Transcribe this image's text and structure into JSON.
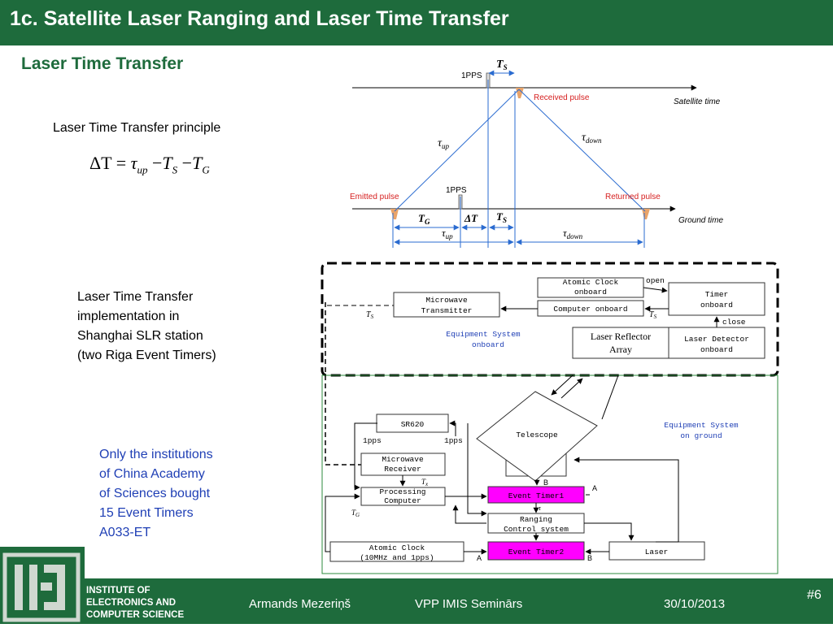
{
  "slide": {
    "title": "1c. Satellite Laser Ranging and Laser Time Transfer",
    "subtitle": "Laser Time Transfer",
    "principle_label": "Laser Time Transfer principle",
    "impl_lines": [
      "Laser Time Transfer",
      "implementation in",
      "Shanghai SLR station",
      "(two Riga Event Timers)"
    ],
    "china_lines": [
      "Only the institutions",
      "of China Academy",
      "of Sciences bought",
      "15 Event Timers",
      "A033-ET"
    ]
  },
  "formula": {
    "delta": "ΔT",
    "eq": "=",
    "tau": "τ",
    "tau_sub": "up",
    "minus1": "−",
    "ts": "T",
    "ts_sub": "S",
    "minus2": "−",
    "tg": "T",
    "tg_sub": "G"
  },
  "timing": {
    "pps_top": "1PPS",
    "ts_top": "T",
    "ts_top_sub": "S",
    "received": "Received pulse",
    "satellite_time": "Satellite time",
    "tau_up": "τ",
    "tau_up_sub": "up",
    "tau_down": "τ",
    "tau_down_sub": "down",
    "pps_bottom": "1PPS",
    "emitted": "Emitted pulse",
    "returned": "Returned pulse",
    "ground_time": "Ground time",
    "tg": "T",
    "tg_sub": "G",
    "dt": "ΔT",
    "ts_bot": "T",
    "ts_bot_sub": "S",
    "tau_up2": "τ",
    "tau_up2_sub": "up",
    "tau_down2": "τ",
    "tau_down2_sub": "down"
  },
  "block": {
    "atomic_onboard": [
      "Atomic Clock",
      "onboard"
    ],
    "open": "open",
    "close": "close",
    "timer_onboard": [
      "Timer",
      "onboard"
    ],
    "microwave_tx": [
      "Microwave",
      "Transmitter"
    ],
    "computer_onboard": "Computer onboard",
    "ts_a": "T",
    "ts_a_sub": "S",
    "ts_b": "T",
    "ts_b_sub": "S",
    "equip_onboard": [
      "Equipment System",
      "onboard"
    ],
    "laser_reflector": [
      "Laser Reflector",
      "Array"
    ],
    "laser_detector": [
      "Laser Detector",
      "onboard"
    ],
    "sr620": "SR620",
    "pps_l": "1pps",
    "pps_r": "1pps",
    "telescope": "Telescope",
    "equip_ground": [
      "Equipment System",
      "on ground"
    ],
    "microwave_rx": [
      "Microwave",
      "Receiver"
    ],
    "tx_label": "T",
    "tx_label_sub": "x",
    "processing": [
      "Processing",
      "Computer"
    ],
    "tg_label": "T",
    "tg_label_sub": "G",
    "event_timer1": "Event Timer1",
    "tau_mark": "τ",
    "a1": "A",
    "b1": "B",
    "ranging": [
      "Ranging",
      "Control system"
    ],
    "atomic_ground": [
      "Atomic Clock",
      "(10MHz and 1pps)"
    ],
    "event_timer2": "Event Timer2",
    "a2": "A",
    "b2": "B",
    "laser": "Laser"
  },
  "colors": {
    "green": "#1e6b3c",
    "magenta": "#ff00ff",
    "blue_text": "#1f3fb5",
    "orange": "#e9a46a",
    "red_text": "#d62020"
  },
  "footer": {
    "inst_lines": [
      "INSTITUTE OF",
      "ELECTRONICS AND",
      "COMPUTER SCIENCE"
    ],
    "author": "Armands Mezeriņš",
    "seminar": "VPP IMIS Seminārs",
    "date": "30/10/2013",
    "page": "#6"
  }
}
